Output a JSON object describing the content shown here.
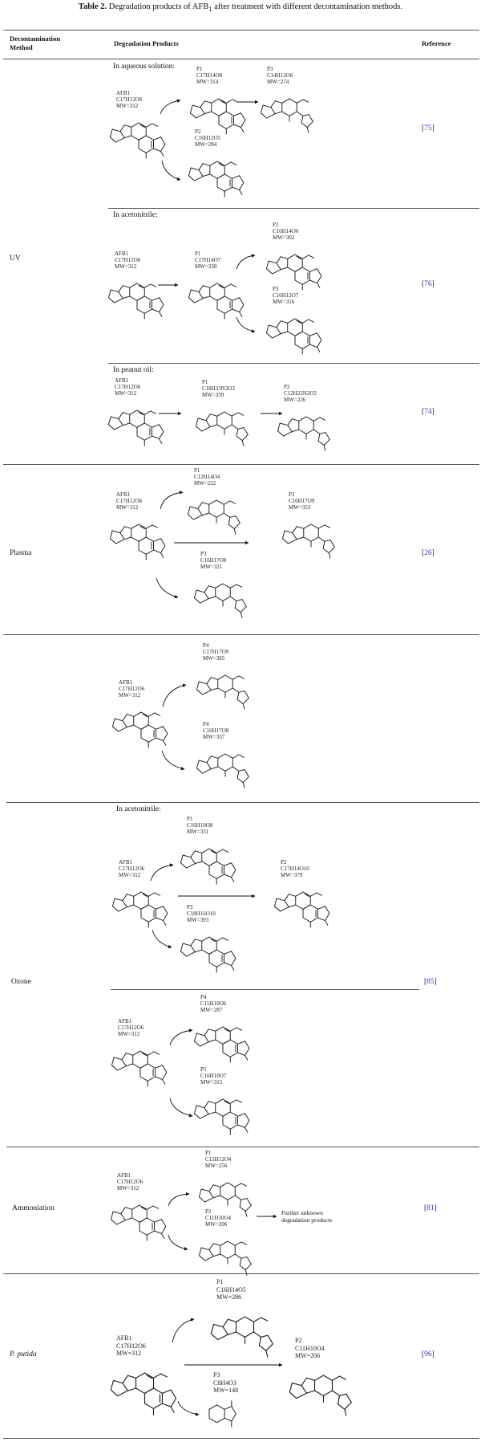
{
  "title": {
    "label": "Table 2.",
    "text_before": "Degradation products of AFB",
    "text_sub": "1",
    "text_after": " after treatment with different decontamination methods."
  },
  "header": {
    "method": "Decontamination Method",
    "products": "Degradation Products",
    "reference": "Reference"
  },
  "rows": {
    "uv": {
      "method": "UV",
      "aqueous": {
        "condition": "In aqueous solution:",
        "reference": "75",
        "afb1": {
          "name": "AFB1",
          "formula": "C17H12O6",
          "mw": "MW=312"
        },
        "p1": {
          "name": "P1",
          "formula": "C17H14O6",
          "mw": "MW=314"
        },
        "p2": {
          "name": "P2",
          "formula": "C16H12O5",
          "mw": "MW=284"
        },
        "p3": {
          "name": "P3",
          "formula": "C14H12O6",
          "mw": "MW=274"
        }
      },
      "acetonitrile": {
        "condition": "In acetonitrile:",
        "reference": "76",
        "afb1": {
          "name": "AFB1",
          "formula": "C17H12O6",
          "mw": "MW=312"
        },
        "p1": {
          "name": "P1",
          "formula": "C17H14O7",
          "mw": "MW=330"
        },
        "p2": {
          "name": "P2",
          "formula": "C16H14O6",
          "mw": "MW=302"
        },
        "p3": {
          "name": "P3",
          "formula": "C16H12O7",
          "mw": "MW=316"
        }
      },
      "peanut_oil": {
        "condition": "In peanut oil:",
        "reference": "74",
        "afb1": {
          "name": "AFB1",
          "formula": "C17H12O6",
          "mw": "MW=312"
        },
        "p1": {
          "name": "P1",
          "formula": "C18H33N3O3",
          "mw": "MW=339"
        },
        "p2": {
          "name": "P2",
          "formula": "C12H22N2O2",
          "mw": "MW=226"
        }
      }
    },
    "plasma": {
      "method": "Plasma",
      "reference": "26",
      "scheme1": {
        "afb1": {
          "name": "AFB1",
          "formula": "C17H12O6",
          "mw": "MW=312"
        },
        "p1": {
          "name": "P1",
          "formula": "C12H14O4",
          "mw": "MW=222"
        },
        "p2": {
          "name": "P2",
          "formula": "C16H17O9",
          "mw": "MW=353"
        },
        "p3": {
          "name": "P3",
          "formula": "C16H17O8",
          "mw": "MW=321"
        }
      },
      "scheme2": {
        "afb1": {
          "name": "AFB1",
          "formula": "C17H12O6",
          "mw": "MW=312"
        },
        "p4a": {
          "name": "P4",
          "formula": "C17H17O9",
          "mw": "MW=365"
        },
        "p4b": {
          "name": "P4",
          "formula": "C16H17O8",
          "mw": "MW=337"
        }
      }
    },
    "ozone": {
      "method": "Ozone",
      "reference": "85",
      "acetonitrile": {
        "condition": "In acetonitrile:",
        "afb1": {
          "name": "AFB1",
          "formula": "C17H12O6",
          "mw": "MW=312"
        },
        "p1": {
          "name": "P1",
          "formula": "C16H10O8",
          "mw": "MW=331"
        },
        "p2": {
          "name": "P2",
          "formula": "C17H14O10",
          "mw": "MW=379"
        },
        "p3": {
          "name": "P3",
          "formula": "C18H16O10",
          "mw": "MW=393"
        }
      },
      "scheme2": {
        "afb1": {
          "name": "AFB1",
          "formula": "C17H12O6",
          "mw": "MW=312"
        },
        "p4": {
          "name": "P4",
          "formula": "C15H10O6",
          "mw": "MW=287"
        },
        "p5": {
          "name": "P5",
          "formula": "C16H10O7",
          "mw": "MW=315"
        }
      }
    },
    "ammoniation": {
      "method": "Ammoniation",
      "reference": "81",
      "afb1": {
        "name": "AFB1",
        "formula": "C17H12O6",
        "mw": "MW=312"
      },
      "p1": {
        "name": "P1",
        "formula": "C15H12O4",
        "mw": "MW=256"
      },
      "p2": {
        "name": "P2",
        "formula": "C11H10O4",
        "mw": "MW=206"
      },
      "further_line1": "Further unknown",
      "further_line2": "degradation products"
    },
    "p_putida": {
      "method": "P. putida",
      "reference": "96",
      "afb1": {
        "name": "AFB1",
        "formula": "C17H12O6",
        "mw": "MW=312"
      },
      "p1": {
        "name": "P1",
        "formula": "C16H14O5",
        "mw": "MW=286"
      },
      "p2": {
        "name": "P2",
        "formula": "C11H10O4",
        "mw": "MW=206"
      },
      "p3": {
        "name": "P3",
        "formula": "C8H4O3",
        "mw": "MW=148"
      }
    }
  },
  "colors": {
    "link": "#2a3bd6",
    "rule": "#555555"
  }
}
